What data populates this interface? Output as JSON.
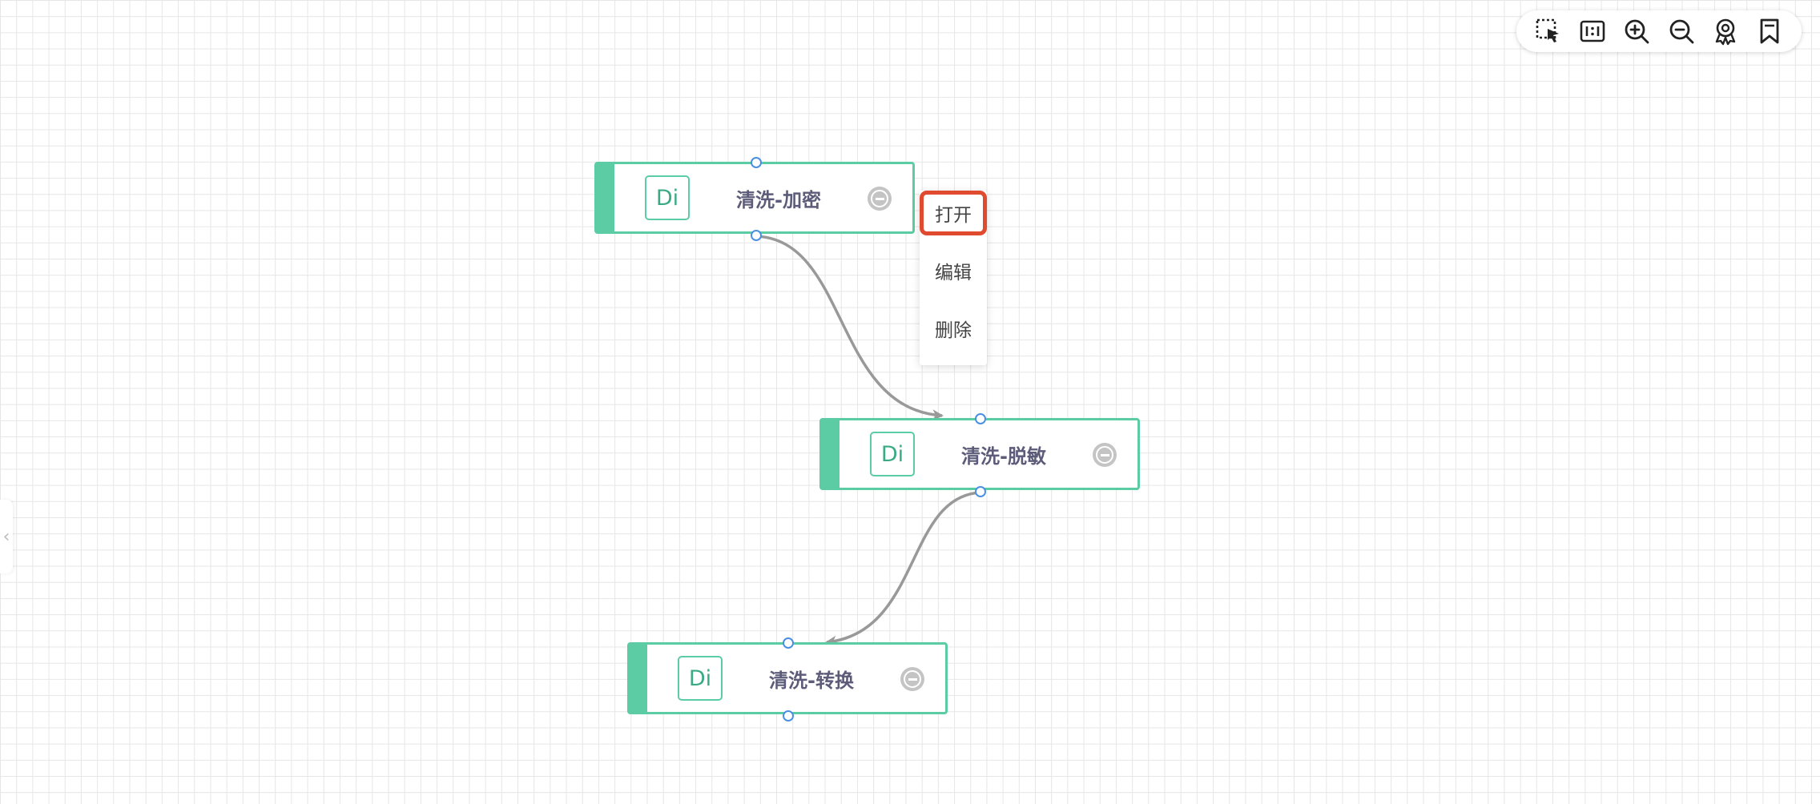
{
  "toolbar": {
    "tools": [
      {
        "name": "box-select-icon"
      },
      {
        "name": "actual-size-icon"
      },
      {
        "name": "zoom-in-icon"
      },
      {
        "name": "zoom-out-icon"
      },
      {
        "name": "award-icon"
      },
      {
        "name": "bookmark-icon"
      }
    ]
  },
  "nodes": [
    {
      "badge": "Di",
      "title": "清洗-加密"
    },
    {
      "badge": "Di",
      "title": "清洗-脱敏"
    },
    {
      "badge": "Di",
      "title": "清洗-转换"
    }
  ],
  "context_menu": {
    "items": [
      {
        "label": "打开",
        "highlighted": true
      },
      {
        "label": "编辑",
        "highlighted": false
      },
      {
        "label": "删除",
        "highlighted": false
      }
    ]
  },
  "side_toggle": {
    "icon": "chevron-left-icon",
    "glyph": "‹"
  },
  "colors": {
    "node_accent": "#5ccca4",
    "port": "#4a90e2",
    "edge": "#999999",
    "menu_highlight": "#e04a2f"
  }
}
